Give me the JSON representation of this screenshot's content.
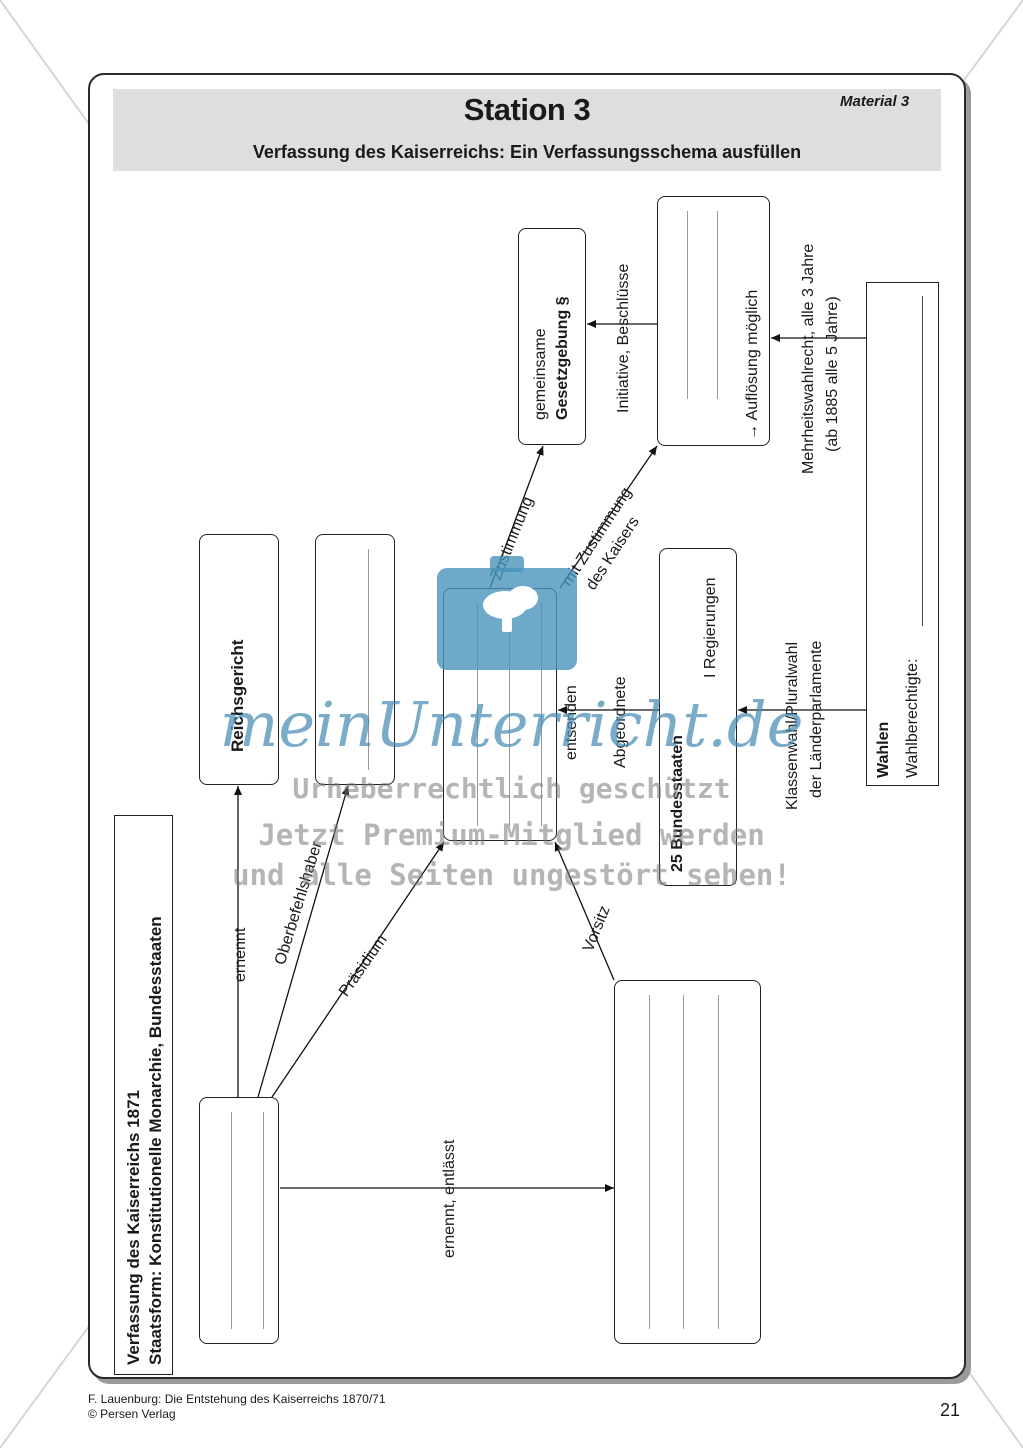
{
  "header": {
    "station": "Station 3",
    "subtitle": "Verfassung des Kaiserreichs: Ein Verfassungsschema ausfüllen",
    "material": "Material 3"
  },
  "boxes": {
    "verfassung_line1": "Verfassung des Kaiserreichs 1871",
    "verfassung_line2": "Staatsform: Konstitutionelle Monarchie, Bundesstaaten",
    "reichsgericht": "Reichsgericht",
    "gesetzgebung_line1": "gemeinsame",
    "gesetzgebung_line2": "Gesetzgebung §",
    "aufloesung": "→ Auflösung möglich",
    "bundesstaaten": "25 Bundesstaaten",
    "regierungen": "I Regierungen",
    "wahlen": "Wahlen",
    "wahlberechtigte": "Wahlberechtigte:"
  },
  "labels": {
    "ernennt": "ernennt",
    "oberbefehlshaber": "Oberbefehlshaber",
    "praesidium": "Präsidium",
    "ernennt_entlaesst": "ernennt, entlässt",
    "vorsitz": "Vorsitz",
    "zustimmung": "Zustimmung",
    "mit_zustimmung_1": "mit Zustimmung",
    "mit_zustimmung_2": "des Kaisers",
    "initiative": "Initiative, Beschlüsse",
    "entsenden_1": "entsenden",
    "entsenden_2": "Abgeordnete",
    "klassenwahl_1": "Klassenwahl/Pluralwahl",
    "klassenwahl_2": "der Länderparlamente",
    "mehrheit_1": "Mehrheitswahlrecht, alle 3 Jahre",
    "mehrheit_2": "(ab 1885 alle 5 Jahre)"
  },
  "watermark": {
    "brand": "meinUnterricht.de",
    "line1": "Urheberrechtlich geschützt",
    "line2": "Jetzt Premium-Mitglied werden",
    "line3": "und alle Seiten ungestört sehen!",
    "color": "#4a93bd"
  },
  "footer": {
    "line1": "F. Lauenburg: Die Entstehung des Kaiserreichs 1870/71",
    "line2": "© Persen Verlag",
    "page": "21"
  }
}
